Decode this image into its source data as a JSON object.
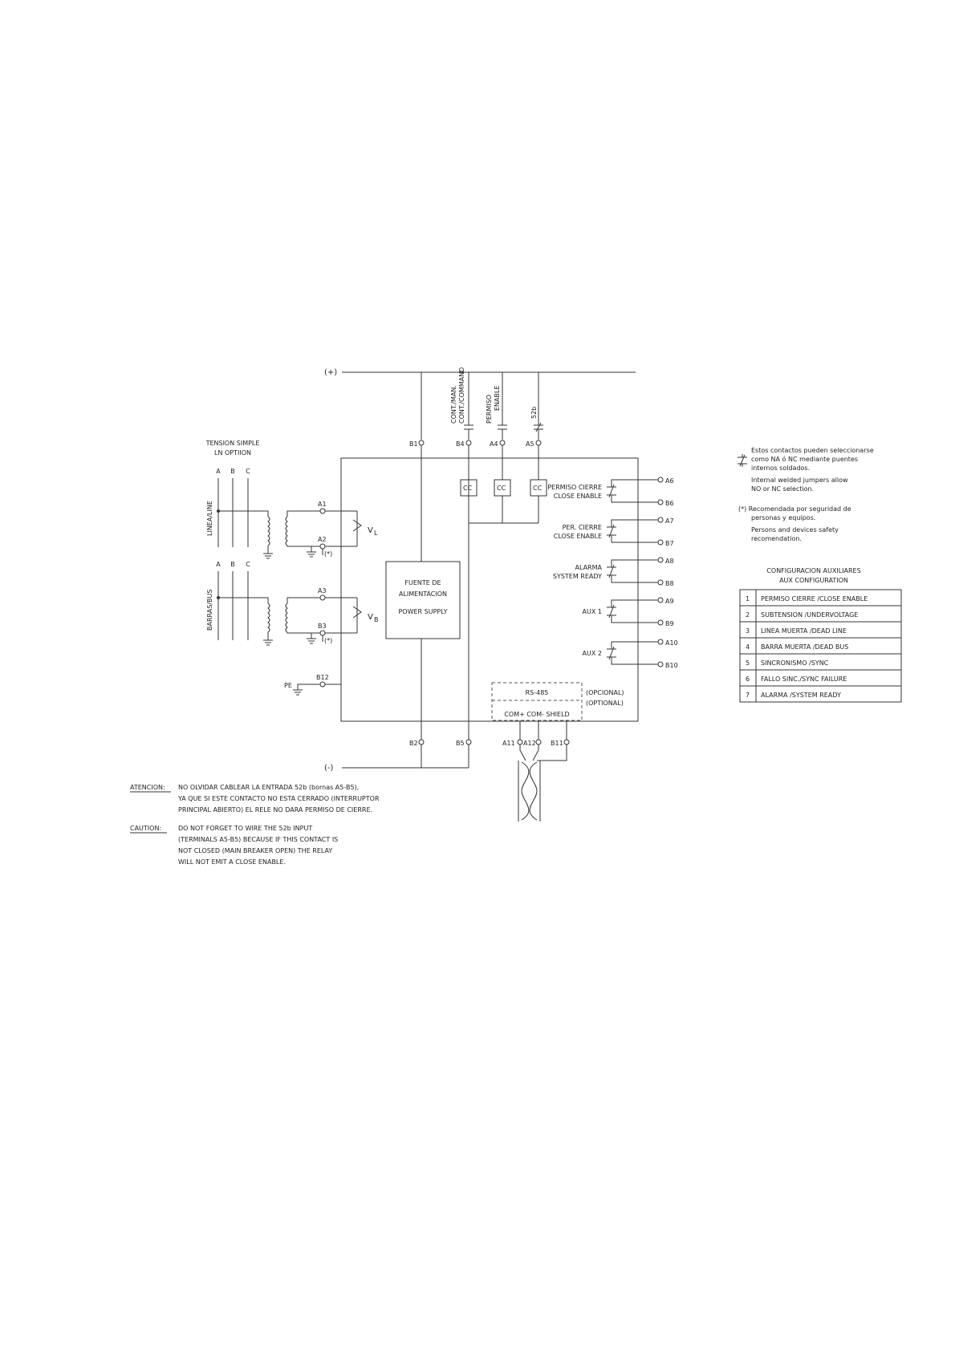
{
  "supply": {
    "positive": "(+)",
    "negative": "(-)"
  },
  "top_inputs": {
    "cont_man": "CONT./MAN.",
    "cont_command": "CONT./COMMAND",
    "permiso": "PERMISO",
    "enable": "ENABLE",
    "b52": "52b"
  },
  "terminals": {
    "B1": "B1",
    "B4": "B4",
    "A4": "A4",
    "A5": "A5",
    "A1": "A1",
    "A2": "A2",
    "A3": "A3",
    "B3": "B3",
    "B12": "B12",
    "B2": "B2",
    "B5": "B5",
    "A11": "A11",
    "A12": "A12",
    "B11": "B11",
    "A6": "A6",
    "B6": "B6",
    "A7": "A7",
    "B7": "B7",
    "A8": "A8",
    "B8": "B8",
    "A9": "A9",
    "B9": "B9",
    "A10": "A10",
    "B10": "B10"
  },
  "cc": "CC",
  "left": {
    "tension_simple": "TENSION SIMPLE",
    "ln_option": "LN OPTIION",
    "phase_a": "A",
    "phase_b": "B",
    "phase_c": "C",
    "linea": "LINEA/LINE",
    "barras": "BARRAS/BUS",
    "vl": "V",
    "vl_sub": "L",
    "vb": "V",
    "vb_sub": "B",
    "star": "(*)",
    "pe": "PE"
  },
  "power_supply": {
    "l1": "FUENTE DE",
    "l2": "ALIMENTACION",
    "l3": "POWER SUPPLY"
  },
  "outputs": {
    "o1a": "PERMISO CIERRE",
    "o1b": "CLOSE ENABLE",
    "o2a": "PER. CIERRE",
    "o2b": "CLOSE ENABLE",
    "o3a": "ALARMA",
    "o3b": "SYSTEM READY",
    "o4": "AUX 1",
    "o5": "AUX 2"
  },
  "comm": {
    "rs485": "RS-485",
    "com": "COM+  COM-  SHIELD",
    "opcional": "(OPCIONAL)",
    "optional": "(OPTIONAL)"
  },
  "notes": {
    "n1": "Estos contactos pueden seleccionarse",
    "n2": "como NA ó NC mediante puentes",
    "n3": "internos soldados.",
    "n4": "Internal welded jumpers allow",
    "n5": "NO or NC selection.",
    "n6": "(*) Recomendada por seguridad de",
    "n7": "personas y equipos.",
    "n8": "Persons and devices safety",
    "n9": "recomendation."
  },
  "config": {
    "title1": "CONFIGURACION AUXILIARES",
    "title2": "AUX CONFIGURATION",
    "rows": [
      {
        "n": "1",
        "label": "PERMISO CIERRE /CLOSE ENABLE"
      },
      {
        "n": "2",
        "label": "SUBTENSION /UNDERVOLTAGE"
      },
      {
        "n": "3",
        "label": "LINEA MUERTA /DEAD LINE"
      },
      {
        "n": "4",
        "label": "BARRA MUERTA /DEAD BUS"
      },
      {
        "n": "5",
        "label": "SINCRONISMO /SYNC"
      },
      {
        "n": "6",
        "label": "FALLO SINC./SYNC FAILURE"
      },
      {
        "n": "7",
        "label": "ALARMA /SYSTEM READY"
      }
    ]
  },
  "caution": {
    "atencion_label": "ATENCION:",
    "a1": "NO OLVIDAR CABLEAR LA ENTRADA 52b (bornas A5-B5),",
    "a2": "YA QUE SI ESTE CONTACTO NO ESTA CERRADO (INTERRUPTOR",
    "a3": "PRINCIPAL ABIERTO) EL RELE NO DARA PERMISO DE CIERRE.",
    "caution_label": "CAUTION:",
    "c1": "DO NOT FORGET TO WIRE THE 52b INPUT",
    "c2": "(TERMINALS A5-B5) BECAUSE IF THIS CONTACT IS",
    "c3": "NOT CLOSED (MAIN BREAKER OPEN) THE RELAY",
    "c4": "WILL NOT EMIT A CLOSE ENABLE."
  }
}
